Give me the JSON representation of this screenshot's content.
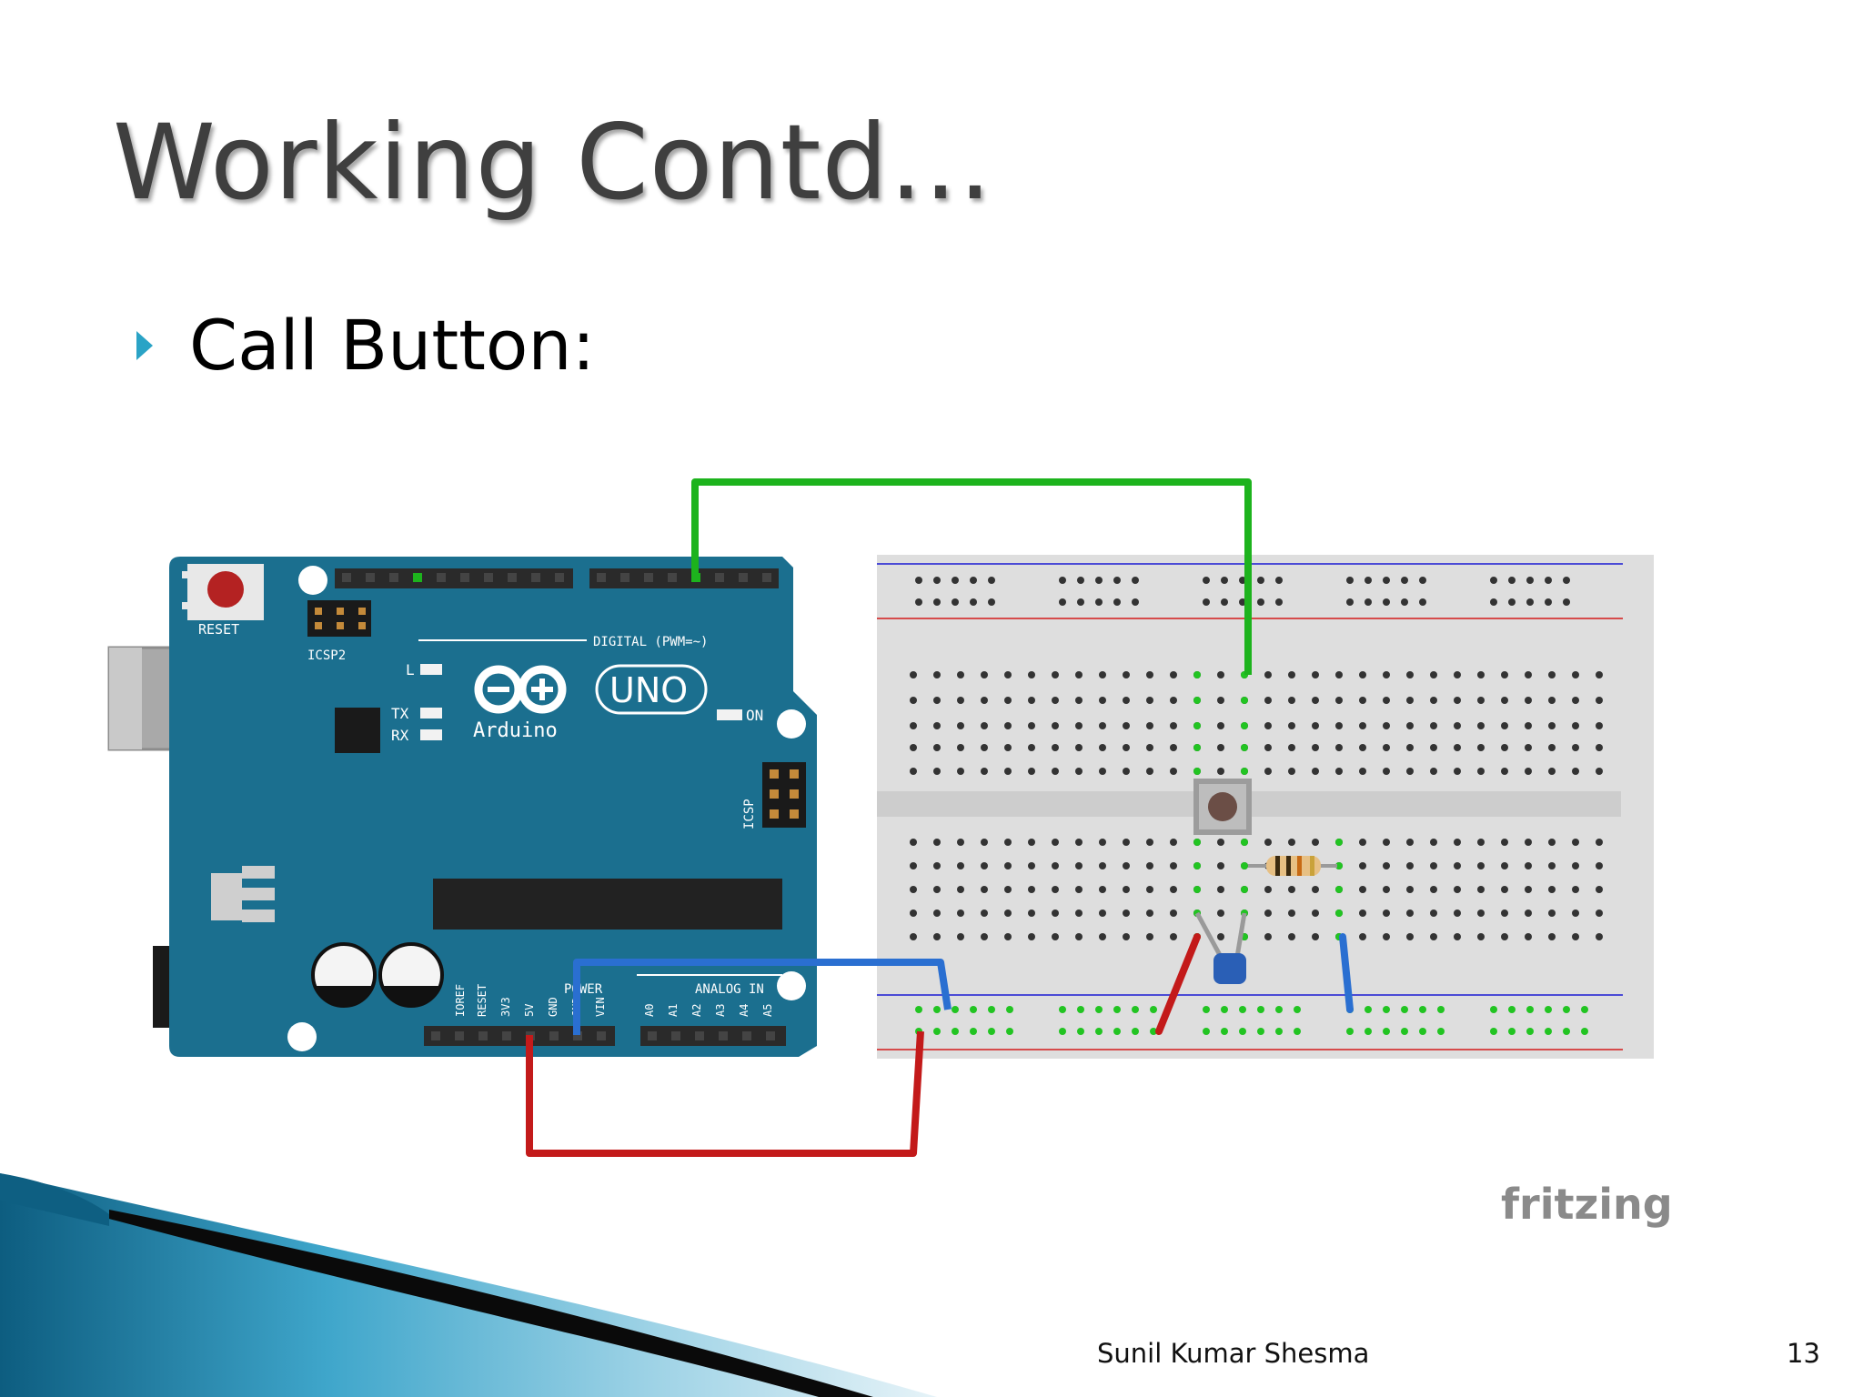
{
  "slide": {
    "title": "Working Contd…",
    "bullet": "Call Button:",
    "footer_author": "Sunil Kumar Shesma",
    "page_number": "13"
  },
  "diagram": {
    "board_labels": {
      "reset": "RESET",
      "icsp2": "ICSP2",
      "l": "L",
      "tx": "TX",
      "rx": "RX",
      "on": "ON",
      "brand": "Arduino",
      "model": "UNO",
      "digital": "DIGITAL (PWM=~)",
      "icsp": "ICSP",
      "power": "POWER",
      "analog_in": "ANALOG IN"
    },
    "power_pins": [
      "IOREF",
      "RESET",
      "3V3",
      "5V",
      "GND",
      "GND",
      "VIN"
    ],
    "analog_pins": [
      "A0",
      "A1",
      "A2",
      "A3",
      "A4",
      "A5"
    ],
    "brand_watermark": "fritzing",
    "colors": {
      "board": "#1b6f8f",
      "breadboard": "#dedede",
      "wire_signal": "#1db31d",
      "wire_power": "#c31a1a",
      "wire_ground": "#2a6fd1"
    }
  }
}
